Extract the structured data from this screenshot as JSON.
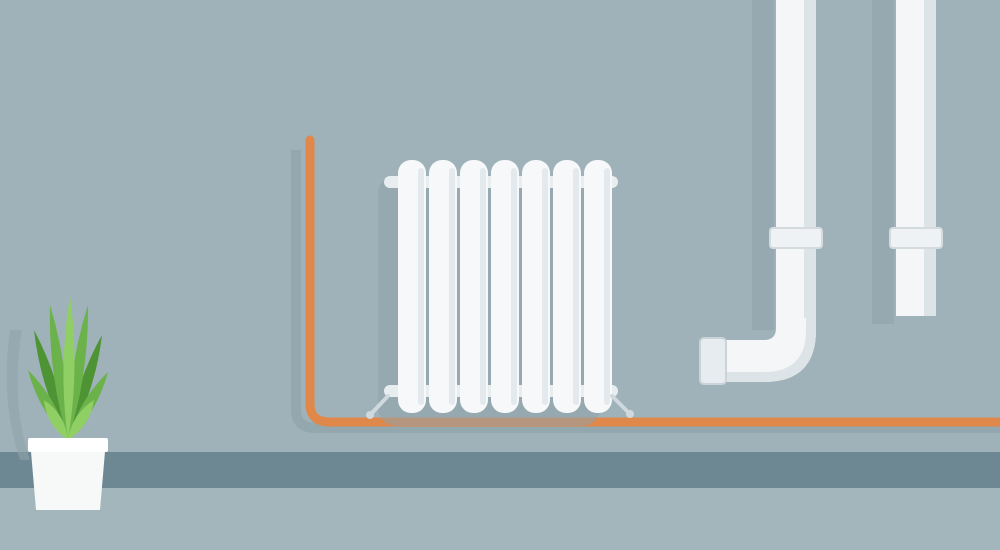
{
  "scene": {
    "description_free": true,
    "palette": {
      "wall": "#9fb2b9",
      "wall_shadow": "#8fa3aa",
      "baseboard": "#6d8893",
      "floor": "#a3b6bc",
      "pipe_orange": "#e0874a",
      "pipe_white": "#f4f6f7",
      "pipe_shade": "#dde4e7",
      "radiator": "#f6f8f9",
      "radiator_shade": "#e3e9ec",
      "leaf_light": "#8fcf63",
      "leaf_mid": "#6cb24a",
      "leaf_dark": "#4e9434",
      "pot": "#f7f8f8"
    },
    "elements": {
      "radiator_fins": 7,
      "vertical_pipes": 2,
      "plant_leaves": 9
    }
  }
}
